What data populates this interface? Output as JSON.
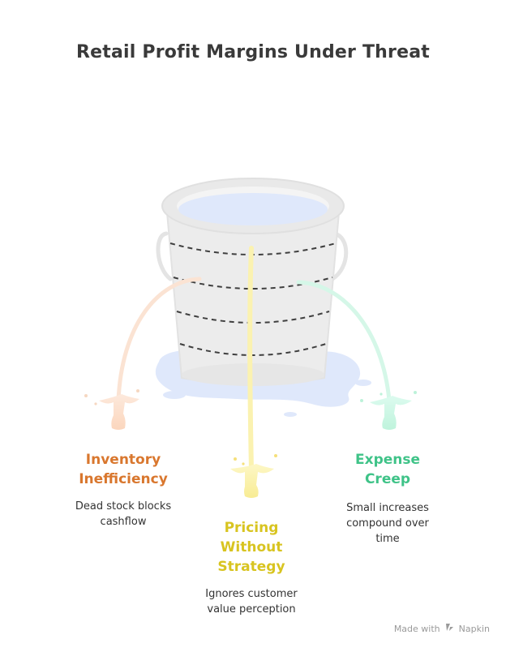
{
  "title": "Retail Profit Margins Under Threat",
  "colors": {
    "inventory": "#d9772e",
    "pricing": "#d8c420",
    "expense": "#3fc388",
    "bucket": "#ebebeb",
    "water": "#dfe8fb"
  },
  "threats": [
    {
      "heading_lines": [
        "Inventory",
        "Inefficiency"
      ],
      "description_lines": [
        "Dead stock blocks",
        "cashflow"
      ]
    },
    {
      "heading_lines": [
        "Pricing",
        "Without",
        "Strategy"
      ],
      "description_lines": [
        "Ignores customer",
        "value perception"
      ]
    },
    {
      "heading_lines": [
        "Expense",
        "Creep"
      ],
      "description_lines": [
        "Small increases",
        "compound over",
        "time"
      ]
    }
  ],
  "footer": {
    "made_with": "Made with",
    "brand": "Napkin",
    "brand_icon": "napkin-logo-icon"
  }
}
